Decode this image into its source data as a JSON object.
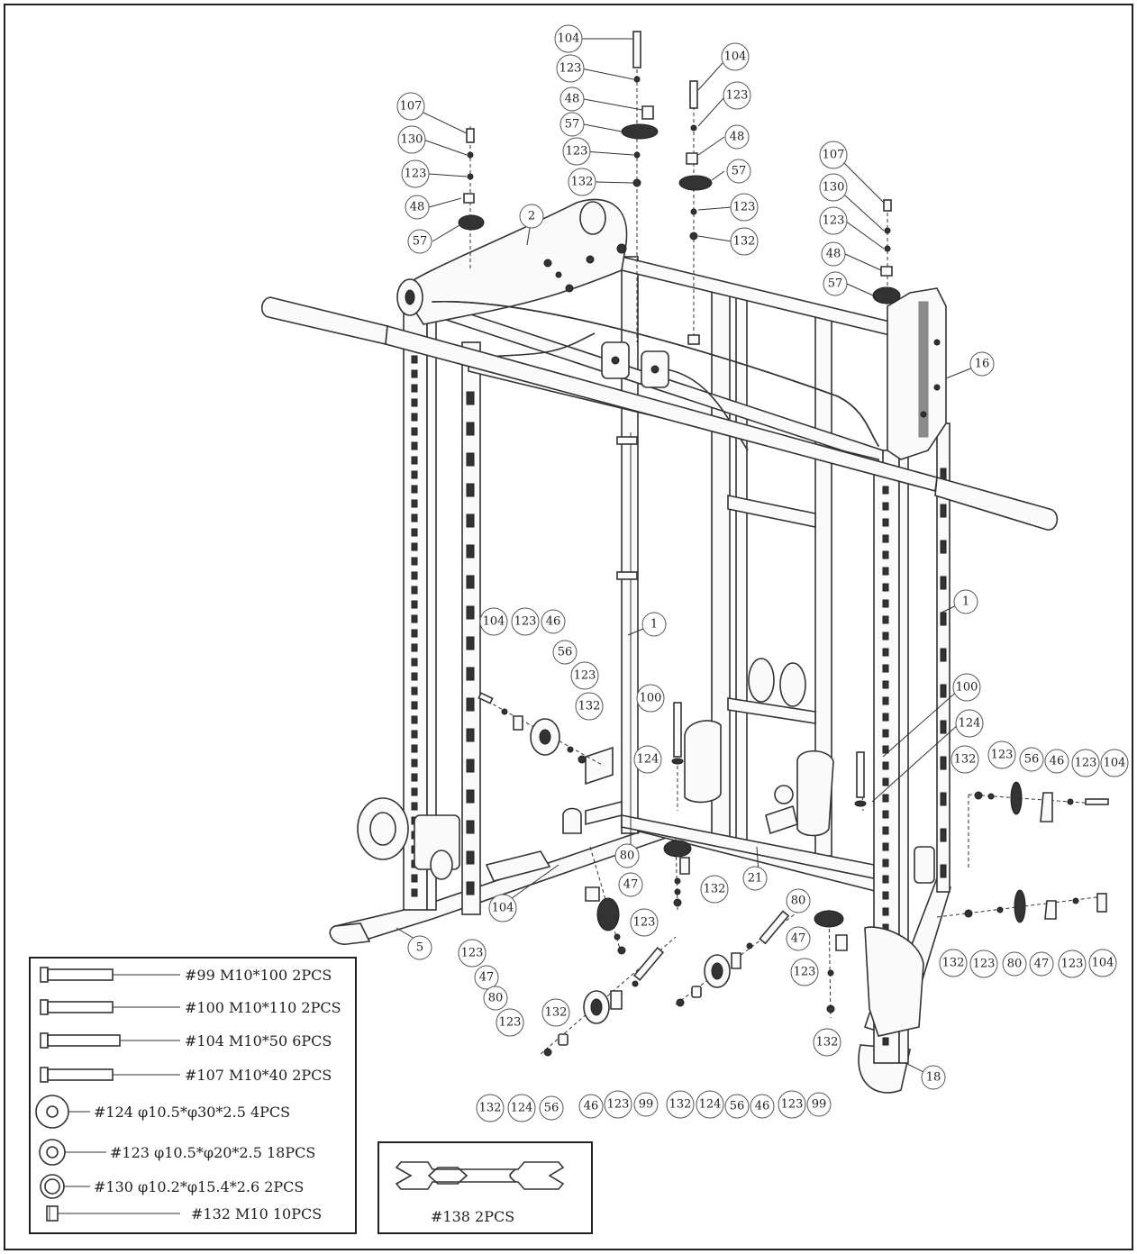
{
  "callouts": [
    {
      "id": "c1",
      "label": "104"
    },
    {
      "id": "c2",
      "label": "123"
    },
    {
      "id": "c3",
      "label": "48"
    },
    {
      "id": "c4",
      "label": "57"
    },
    {
      "id": "c5",
      "label": "123"
    },
    {
      "id": "c6",
      "label": "132"
    },
    {
      "id": "c7",
      "label": "104"
    },
    {
      "id": "c8",
      "label": "123"
    },
    {
      "id": "c9",
      "label": "48"
    },
    {
      "id": "c10",
      "label": "57"
    },
    {
      "id": "c11",
      "label": "123"
    },
    {
      "id": "c12",
      "label": "132"
    },
    {
      "id": "c13",
      "label": "107"
    },
    {
      "id": "c14",
      "label": "130"
    },
    {
      "id": "c15",
      "label": "123"
    },
    {
      "id": "c16",
      "label": "48"
    },
    {
      "id": "c17",
      "label": "57"
    },
    {
      "id": "c18",
      "label": "2"
    },
    {
      "id": "c19",
      "label": "107"
    },
    {
      "id": "c20",
      "label": "130"
    },
    {
      "id": "c21",
      "label": "123"
    },
    {
      "id": "c22",
      "label": "48"
    },
    {
      "id": "c23",
      "label": "57"
    },
    {
      "id": "c24",
      "label": "16"
    },
    {
      "id": "c25",
      "label": "1"
    },
    {
      "id": "c26",
      "label": "1"
    },
    {
      "id": "c27",
      "label": "104"
    },
    {
      "id": "c28",
      "label": "123"
    },
    {
      "id": "c29",
      "label": "46"
    },
    {
      "id": "c30",
      "label": "56"
    },
    {
      "id": "c31",
      "label": "123"
    },
    {
      "id": "c32",
      "label": "132"
    },
    {
      "id": "c33",
      "label": "100"
    },
    {
      "id": "c34",
      "label": "124"
    },
    {
      "id": "c35",
      "label": "100"
    },
    {
      "id": "c36",
      "label": "124"
    },
    {
      "id": "c37",
      "label": "132"
    },
    {
      "id": "c38",
      "label": "123"
    },
    {
      "id": "c39",
      "label": "56"
    },
    {
      "id": "c40",
      "label": "46"
    },
    {
      "id": "c41",
      "label": "123"
    },
    {
      "id": "c42",
      "label": "104"
    },
    {
      "id": "c43",
      "label": "80"
    },
    {
      "id": "c44",
      "label": "47"
    },
    {
      "id": "c45",
      "label": "132"
    },
    {
      "id": "c46",
      "label": "123"
    },
    {
      "id": "c47",
      "label": "21"
    },
    {
      "id": "c48",
      "label": "104"
    },
    {
      "id": "c49",
      "label": "5"
    },
    {
      "id": "c50",
      "label": "123"
    },
    {
      "id": "c51",
      "label": "47"
    },
    {
      "id": "c52",
      "label": "80"
    },
    {
      "id": "c53",
      "label": "123"
    },
    {
      "id": "c54",
      "label": "132"
    },
    {
      "id": "c55",
      "label": "80"
    },
    {
      "id": "c56",
      "label": "47"
    },
    {
      "id": "c57",
      "label": "123"
    },
    {
      "id": "c58",
      "label": "132"
    },
    {
      "id": "c59",
      "label": "132"
    },
    {
      "id": "c60",
      "label": "123"
    },
    {
      "id": "c61",
      "label": "80"
    },
    {
      "id": "c62",
      "label": "47"
    },
    {
      "id": "c63",
      "label": "123"
    },
    {
      "id": "c64",
      "label": "104"
    },
    {
      "id": "c65",
      "label": "18"
    },
    {
      "id": "c66",
      "label": "132"
    },
    {
      "id": "c67",
      "label": "124"
    },
    {
      "id": "c68",
      "label": "56"
    },
    {
      "id": "c69",
      "label": "46"
    },
    {
      "id": "c70",
      "label": "123"
    },
    {
      "id": "c71",
      "label": "99"
    },
    {
      "id": "c72",
      "label": "132"
    },
    {
      "id": "c73",
      "label": "124"
    },
    {
      "id": "c74",
      "label": "56"
    },
    {
      "id": "c75",
      "label": "46"
    },
    {
      "id": "c76",
      "label": "123"
    },
    {
      "id": "c77",
      "label": "99"
    }
  ],
  "legend": {
    "items": [
      {
        "icon": "bolt-icon",
        "text": "#99 M10*100 2PCS"
      },
      {
        "icon": "bolt-icon",
        "text": "#100 M10*110 2PCS"
      },
      {
        "icon": "bolt-icon",
        "text": "#104 M10*50 6PCS"
      },
      {
        "icon": "bolt-icon",
        "text": "#107 M10*40 2PCS"
      },
      {
        "icon": "washer-icon",
        "text": "#124 φ10.5*φ30*2.5  4PCS"
      },
      {
        "icon": "washer-icon",
        "text": "#123 φ10.5*φ20*2.5  18PCS"
      },
      {
        "icon": "washer-icon",
        "text": "#130 φ10.2*φ15.4*2.6  2PCS"
      },
      {
        "icon": "nut-icon",
        "text": "#132 M10   10PCS"
      }
    ]
  },
  "tool": {
    "icon": "wrench-icon",
    "text": "#138  2PCS"
  }
}
